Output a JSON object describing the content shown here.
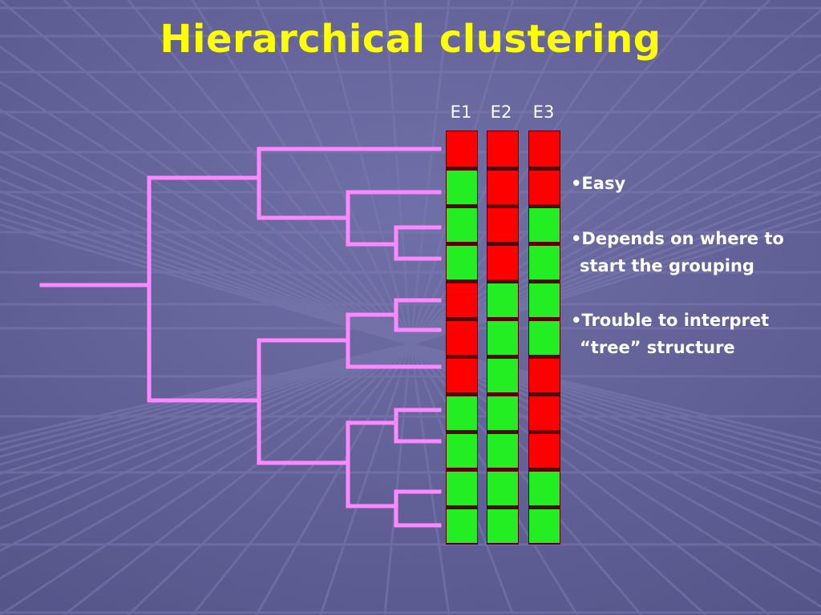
{
  "slide": {
    "title": "Hierarchical clustering"
  },
  "columns": [
    "E1",
    "E2",
    "E3"
  ],
  "heatmap": {
    "colors": {
      "red": "#ff0000",
      "green": "#22ee22",
      "separator": "#5a0000"
    },
    "rows": [
      [
        "red",
        "red",
        "red"
      ],
      [
        "green",
        "red",
        "red"
      ],
      [
        "green",
        "red",
        "green"
      ],
      [
        "green",
        "red",
        "green"
      ],
      [
        "red",
        "green",
        "green"
      ],
      [
        "red",
        "green",
        "green"
      ],
      [
        "red",
        "green",
        "red"
      ],
      [
        "green",
        "green",
        "red"
      ],
      [
        "green",
        "green",
        "red"
      ],
      [
        "green",
        "green",
        "green"
      ],
      [
        "green",
        "green",
        "green"
      ]
    ]
  },
  "dendrogram": {
    "color": "#ff88ff"
  },
  "bullets": [
    {
      "line1": "•Easy",
      "line2": ""
    },
    {
      "line1": "•Depends on where to",
      "line2": "start the grouping"
    },
    {
      "line1": "•Trouble to interpret",
      "line2": "“tree” structure"
    }
  ],
  "colors": {
    "background": "#5f5f94",
    "title": "#ffff00",
    "text": "#ffffff"
  }
}
